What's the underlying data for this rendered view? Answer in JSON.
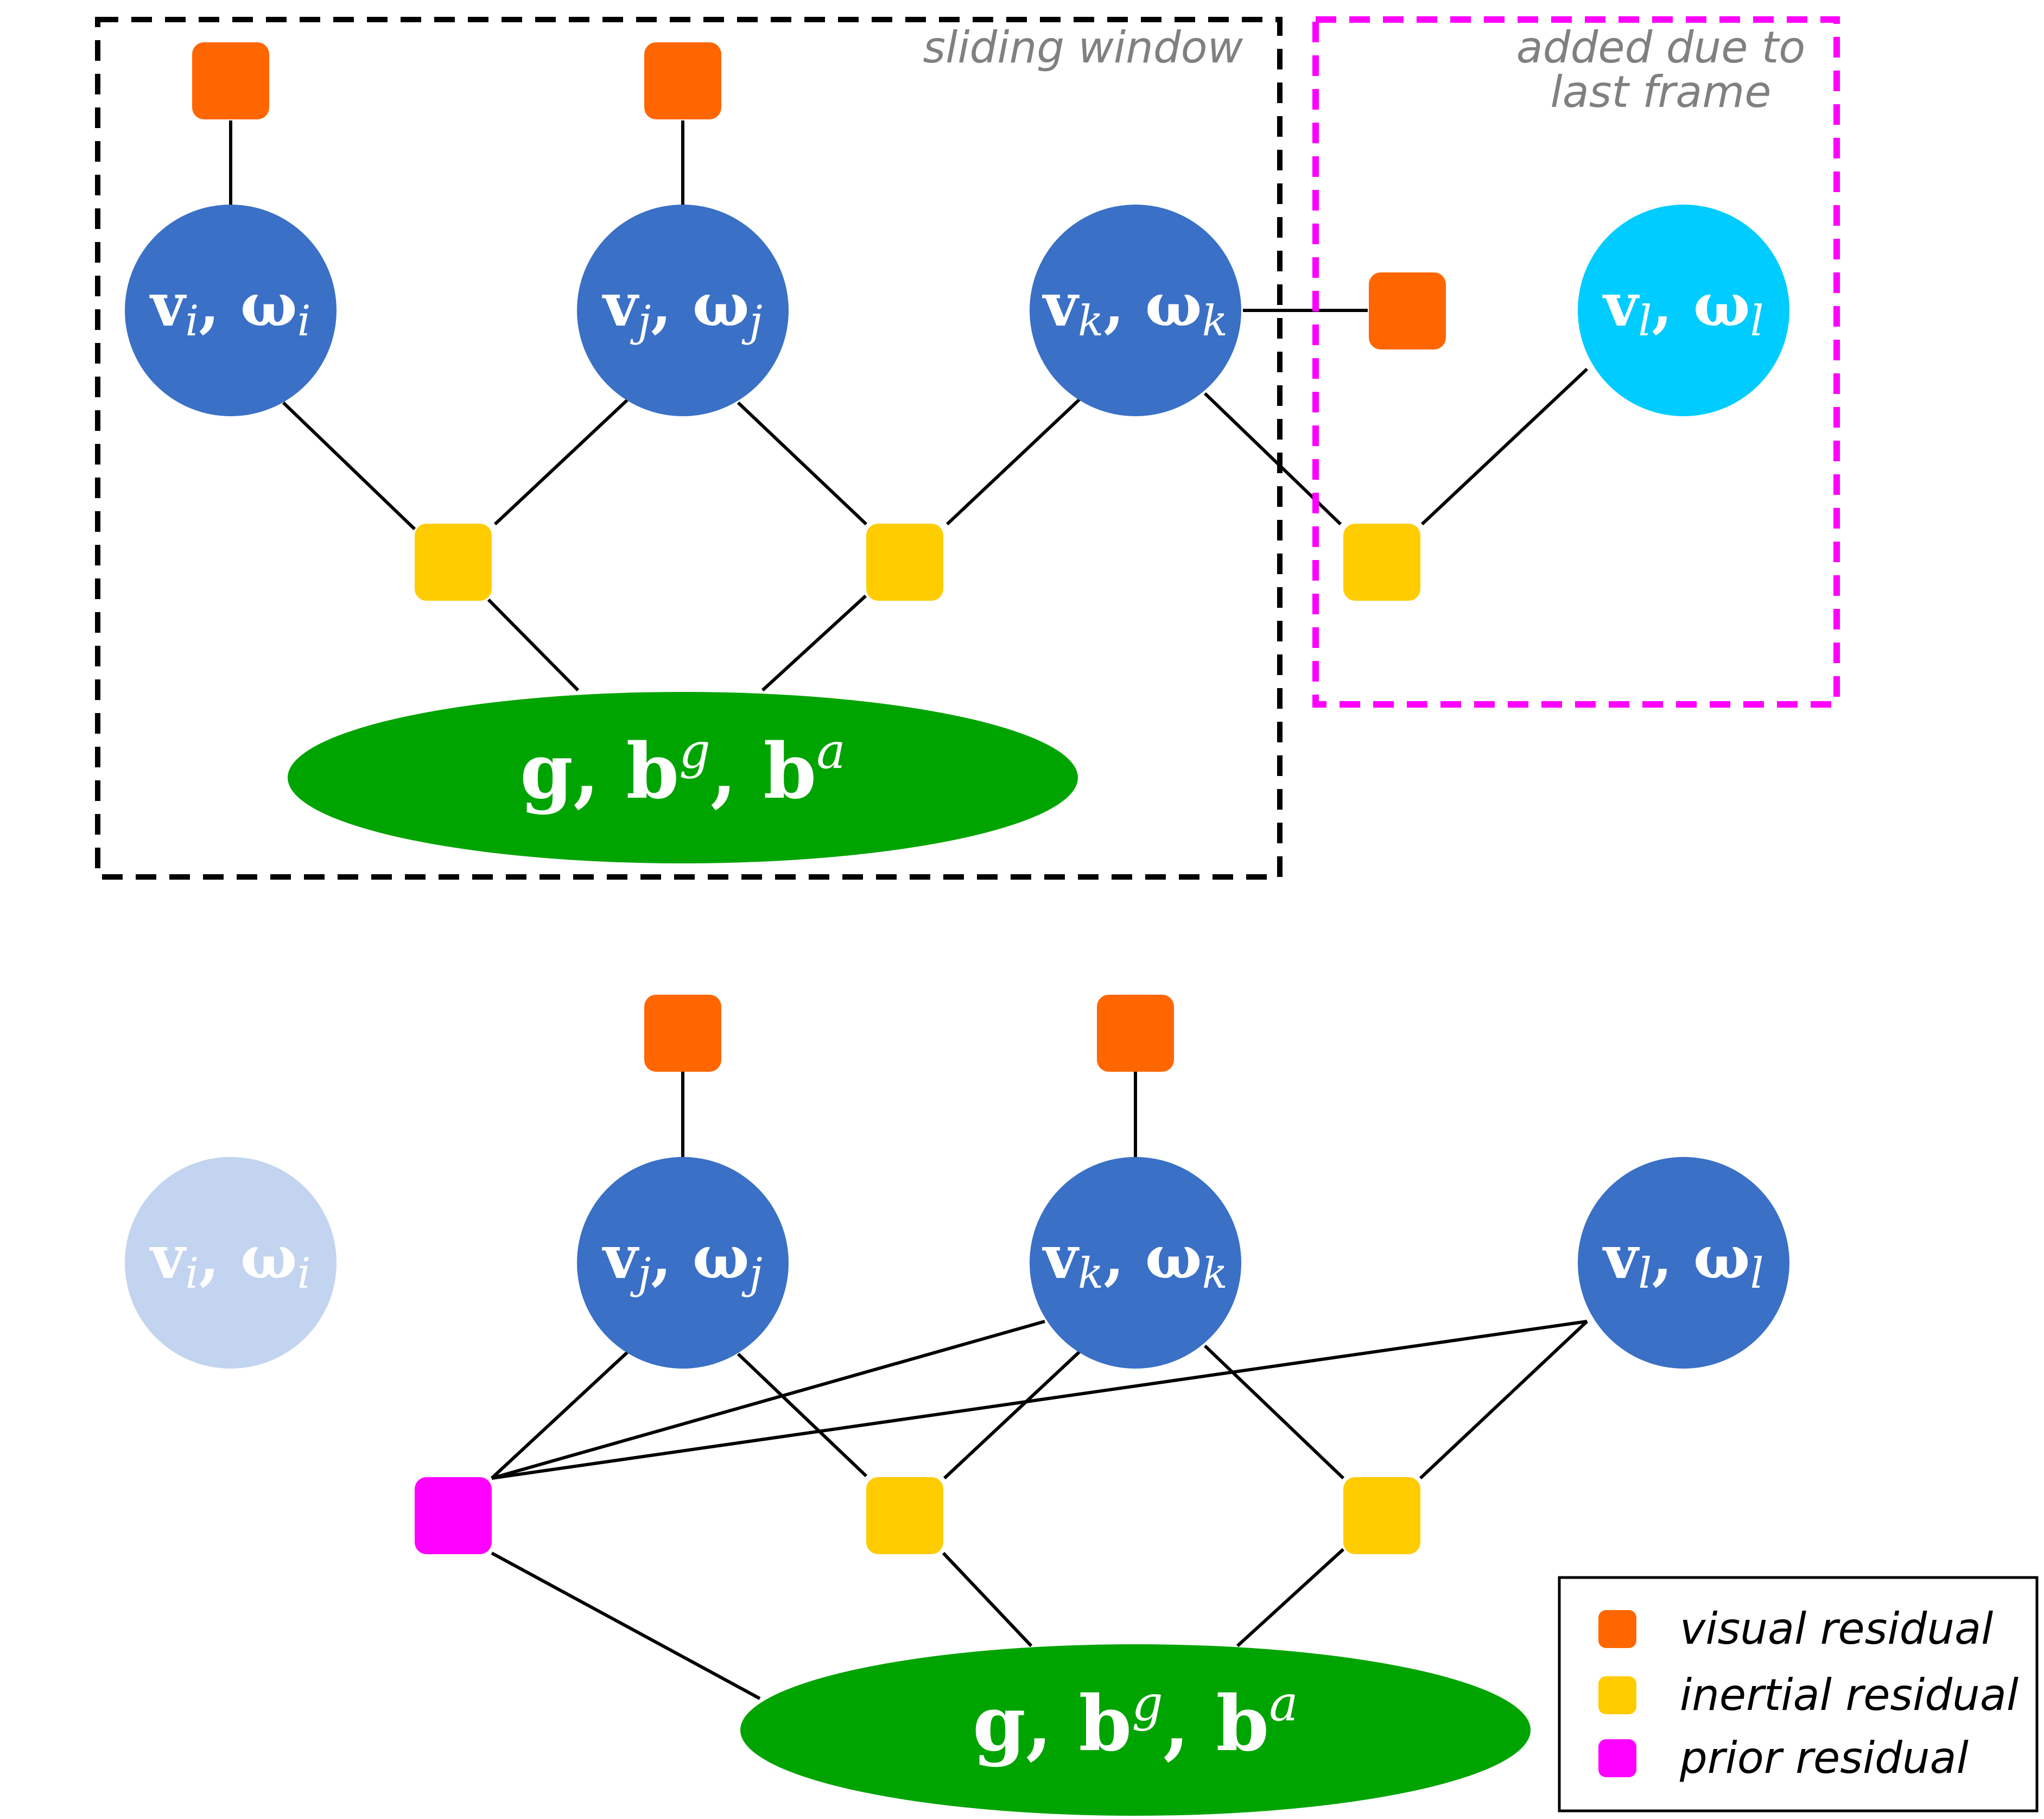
{
  "colors": {
    "visual": "#ff6600",
    "inertial": "#ffcc00",
    "prior": "#ff00ff",
    "state_node": "#3a70c6",
    "new_state_node": "#00ccff",
    "marginalized_node": "#c2d4ef",
    "global_node": "#00a400",
    "sliding_window_border": "#000000",
    "added_border": "#ff00ff"
  },
  "top_diagram": {
    "sliding_window_label": "sliding window",
    "added_label_line1": "added due to",
    "added_label_line2": "last frame",
    "nodes": {
      "i": {
        "main": "v",
        "sep": ", ω",
        "sub": "i"
      },
      "j": {
        "main": "v",
        "sep": ", ω",
        "sub": "j"
      },
      "k": {
        "main": "v",
        "sep": ", ω",
        "sub": "k"
      },
      "l": {
        "main": "v",
        "sep": ", ω",
        "sub": "l"
      }
    },
    "global": {
      "g": "g, b",
      "sup1": "g",
      "mid": ", b",
      "sup2": "a"
    }
  },
  "bottom_diagram": {
    "nodes": {
      "i": {
        "main": "v",
        "sep": ", ω",
        "sub": "i"
      },
      "j": {
        "main": "v",
        "sep": ", ω",
        "sub": "j"
      },
      "k": {
        "main": "v",
        "sep": ", ω",
        "sub": "k"
      },
      "l": {
        "main": "v",
        "sep": ", ω",
        "sub": "l"
      }
    },
    "global": {
      "g": "g, b",
      "sup1": "g",
      "mid": ", b",
      "sup2": "a"
    }
  },
  "legend": {
    "items": [
      {
        "label": "visual residual",
        "color": "#ff6600"
      },
      {
        "label": "inertial residual",
        "color": "#ffcc00"
      },
      {
        "label": "prior residual",
        "color": "#ff00ff"
      }
    ]
  }
}
